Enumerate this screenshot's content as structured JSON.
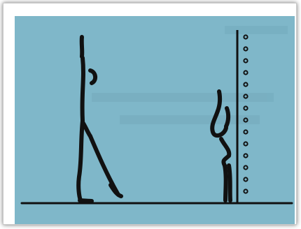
{
  "figure": {
    "background_color": "#7fb7c9",
    "ink_color": "#111111",
    "subject": "stick-figure-illustration",
    "icons": [
      "standing-person-stick-figure",
      "wall-with-dotted-markers",
      "crouching-person-stick-figure"
    ]
  }
}
